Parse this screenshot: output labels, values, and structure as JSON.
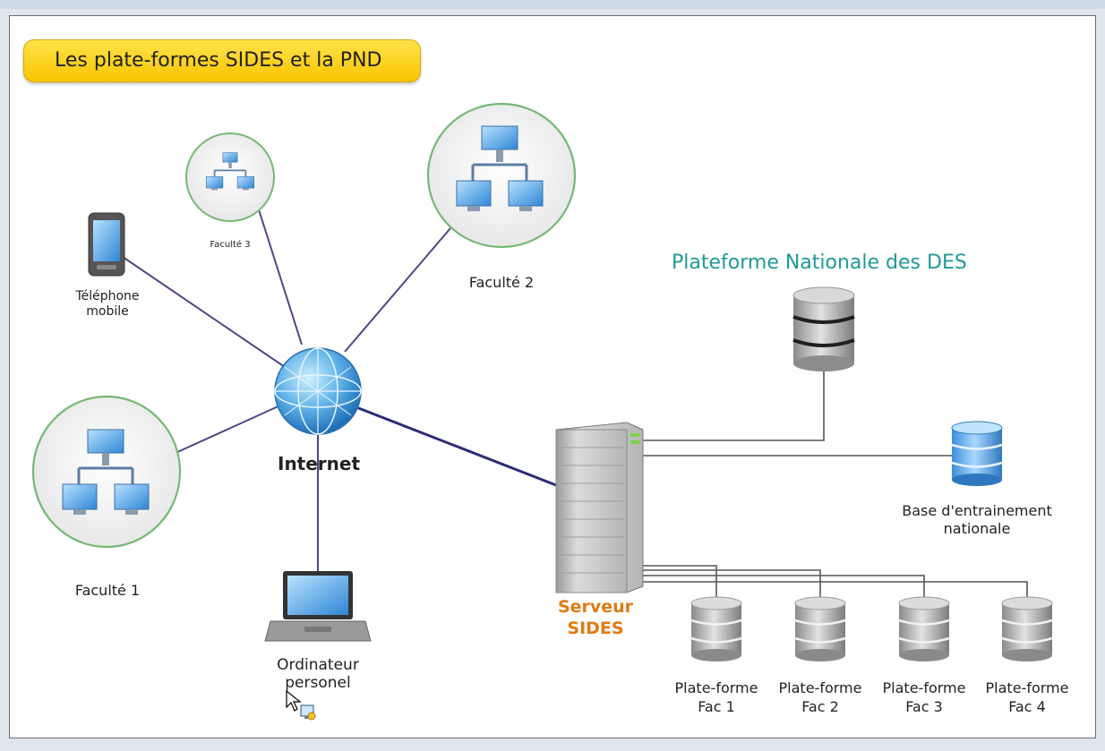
{
  "title": "Les plate-formes SIDES et la PND",
  "pnd_title": "Plateforme Nationale des DES",
  "internet": "Internet",
  "serveur": [
    "Serveur",
    "SIDES"
  ],
  "nodes": {
    "fac1": "Faculté 1",
    "fac2": "Faculté 2",
    "fac3": "Faculté 3",
    "phone": [
      "Téléphone",
      "mobile"
    ],
    "laptop": [
      "Ordinateur",
      "personel"
    ],
    "base": [
      "Base d'entrainement",
      "nationale"
    ]
  },
  "plateformes": [
    [
      "Plate-forme",
      "Fac 1"
    ],
    [
      "Plate-forme",
      "Fac 2"
    ],
    [
      "Plate-forme",
      "Fac 3"
    ],
    [
      "Plate-forme",
      "Fac 4"
    ]
  ],
  "colors": {
    "link": "#3b3b7a",
    "server_label": "#e07b12",
    "pnd_title": "#1f9a96",
    "title_bg": "#f9c400"
  }
}
